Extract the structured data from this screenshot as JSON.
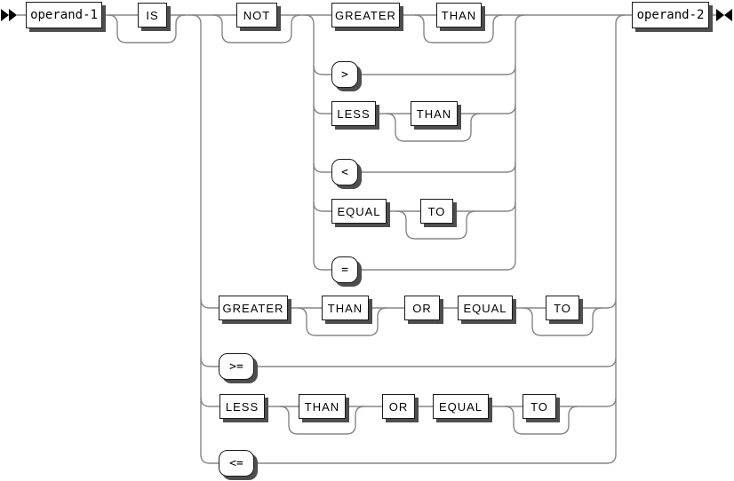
{
  "diagram": {
    "kind": "railroad-syntax-diagram",
    "colors": {
      "background": "#ffffff",
      "line": "#858585",
      "box_border": "#1a1a1a",
      "box_fill": "#ffffff",
      "box_shadow": "#4e4e4e",
      "text": "#000000",
      "marker": "#000000"
    },
    "markers": {
      "start": "double-right-arrow",
      "end": "right-left-arrow"
    },
    "boxes": {
      "operand1": "operand-1",
      "is": "IS",
      "not": "NOT",
      "greater1": "GREATER",
      "than1": "THAN",
      "gt": ">",
      "less1": "LESS",
      "than2": "THAN",
      "lt": "<",
      "equal1": "EQUAL",
      "to1": "TO",
      "eq": "=",
      "greater2": "GREATER",
      "than3": "THAN",
      "or1": "OR",
      "equal2": "EQUAL",
      "to2": "TO",
      "gte": ">=",
      "less2": "LESS",
      "than4": "THAN",
      "or2": "OR",
      "equal3": "EQUAL",
      "to3": "TO",
      "lte": "<=",
      "operand2": "operand-2"
    },
    "syntax_paths": [
      "operand-1 [IS] [NOT] GREATER [THAN] operand-2",
      "operand-1 [IS] [NOT] > operand-2",
      "operand-1 [IS] [NOT] LESS [THAN] operand-2",
      "operand-1 [IS] [NOT] < operand-2",
      "operand-1 [IS] [NOT] EQUAL [TO] operand-2",
      "operand-1 [IS] [NOT] = operand-2",
      "operand-1 [IS] GREATER [THAN] OR EQUAL [TO] operand-2",
      "operand-1 [IS] >= operand-2",
      "operand-1 [IS] LESS [THAN] OR EQUAL [TO] operand-2",
      "operand-1 [IS] <= operand-2"
    ]
  }
}
